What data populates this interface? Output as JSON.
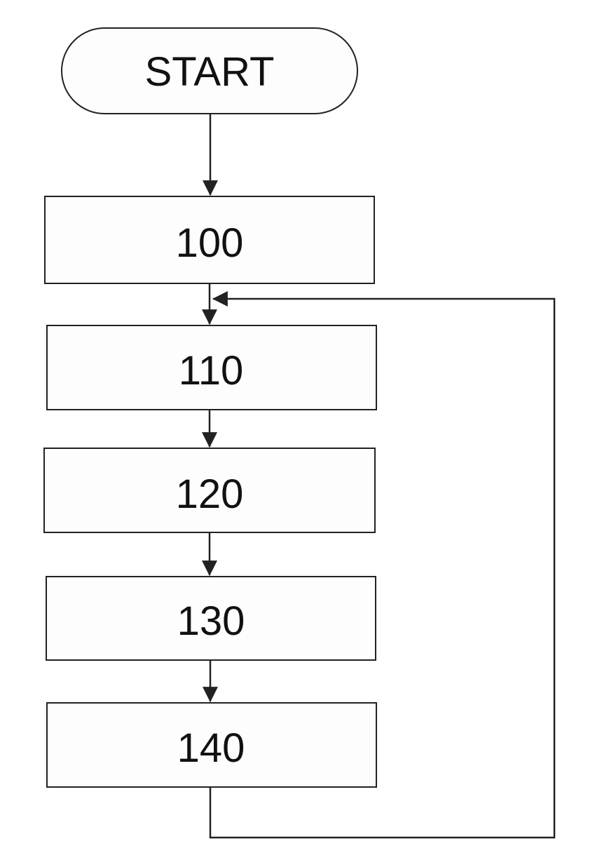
{
  "flowchart": {
    "start": {
      "label": "START"
    },
    "steps": [
      {
        "label": "100"
      },
      {
        "label": "110"
      },
      {
        "label": "120"
      },
      {
        "label": "130"
      },
      {
        "label": "140"
      }
    ]
  },
  "colors": {
    "stroke": "#222222",
    "fill": "#fdfdfd",
    "text": "#111111",
    "background": "#ffffff"
  }
}
